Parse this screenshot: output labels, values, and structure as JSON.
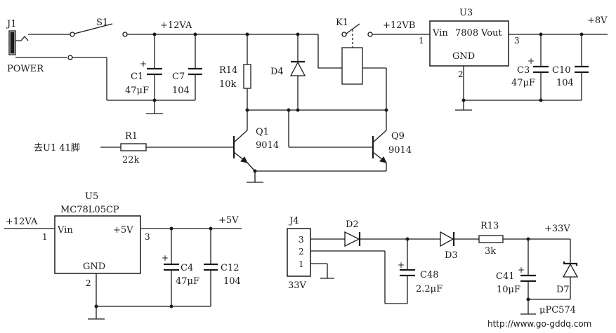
{
  "labels": {
    "j1": "J1",
    "power": "POWER",
    "s1": "S1",
    "v12va_top": "+12VA",
    "c1": "C1",
    "c1_val": "47μF",
    "c7": "C7",
    "c7_val": "104",
    "r14": "R14",
    "r14_val": "10k",
    "d4": "D4",
    "k1": "K1",
    "v12vb": "+12VB",
    "u3": "U3",
    "u3_vin": "Vin",
    "u3_part": "7808",
    "u3_vout": "Vout",
    "u3_gnd": "GND",
    "u3_p1": "1",
    "u3_p2": "2",
    "u3_p3": "3",
    "v8": "+8V",
    "c3": "C3",
    "c3_val": "47μF",
    "c10": "C10",
    "c10_val": "104",
    "r1_note": "去U1 41脚",
    "r1": "R1",
    "r1_val": "22k",
    "q1": "Q1",
    "q1_part": "9014",
    "q9": "Q9",
    "q9_part": "9014",
    "u5": "U5",
    "u5_part": "MC78L05CP",
    "v12va_left": "+12VA",
    "u5_vin": "Vin",
    "u5_out": "+5V",
    "u5_gnd": "GND",
    "u5_p1": "1",
    "u5_p2": "2",
    "u5_p3": "3",
    "v5": "+5V",
    "c4": "C4",
    "c4_val": "47μF",
    "c12": "C12",
    "c12_val": "104",
    "j4": "J4",
    "j4_p3": "3",
    "j4_p2": "2",
    "j4_p1": "1",
    "j4_val": "33V",
    "d2": "D2",
    "c48": "C48",
    "c48_val": "2.2μF",
    "d3": "D3",
    "r13": "R13",
    "r13_val": "3k",
    "v33": "+33V",
    "c41": "C41",
    "c41_val": "10μF",
    "d7": "D7",
    "d7_part": "μPC574",
    "plus": "+",
    "watermark": "http://www.go-gddq.com"
  }
}
